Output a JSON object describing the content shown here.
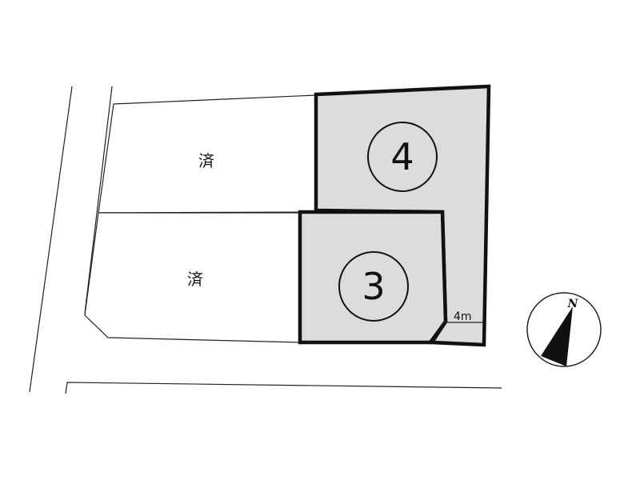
{
  "lots": {
    "sold_upper": {
      "status": "済"
    },
    "sold_lower": {
      "status": "済"
    },
    "lot_3": {
      "number": "3"
    },
    "lot_4": {
      "number": "4"
    }
  },
  "corner_cut": {
    "length": "4m"
  },
  "compass": {
    "north": "N"
  },
  "colors": {
    "highlight_fill": "#dcdcdc",
    "outline": "#111111"
  }
}
